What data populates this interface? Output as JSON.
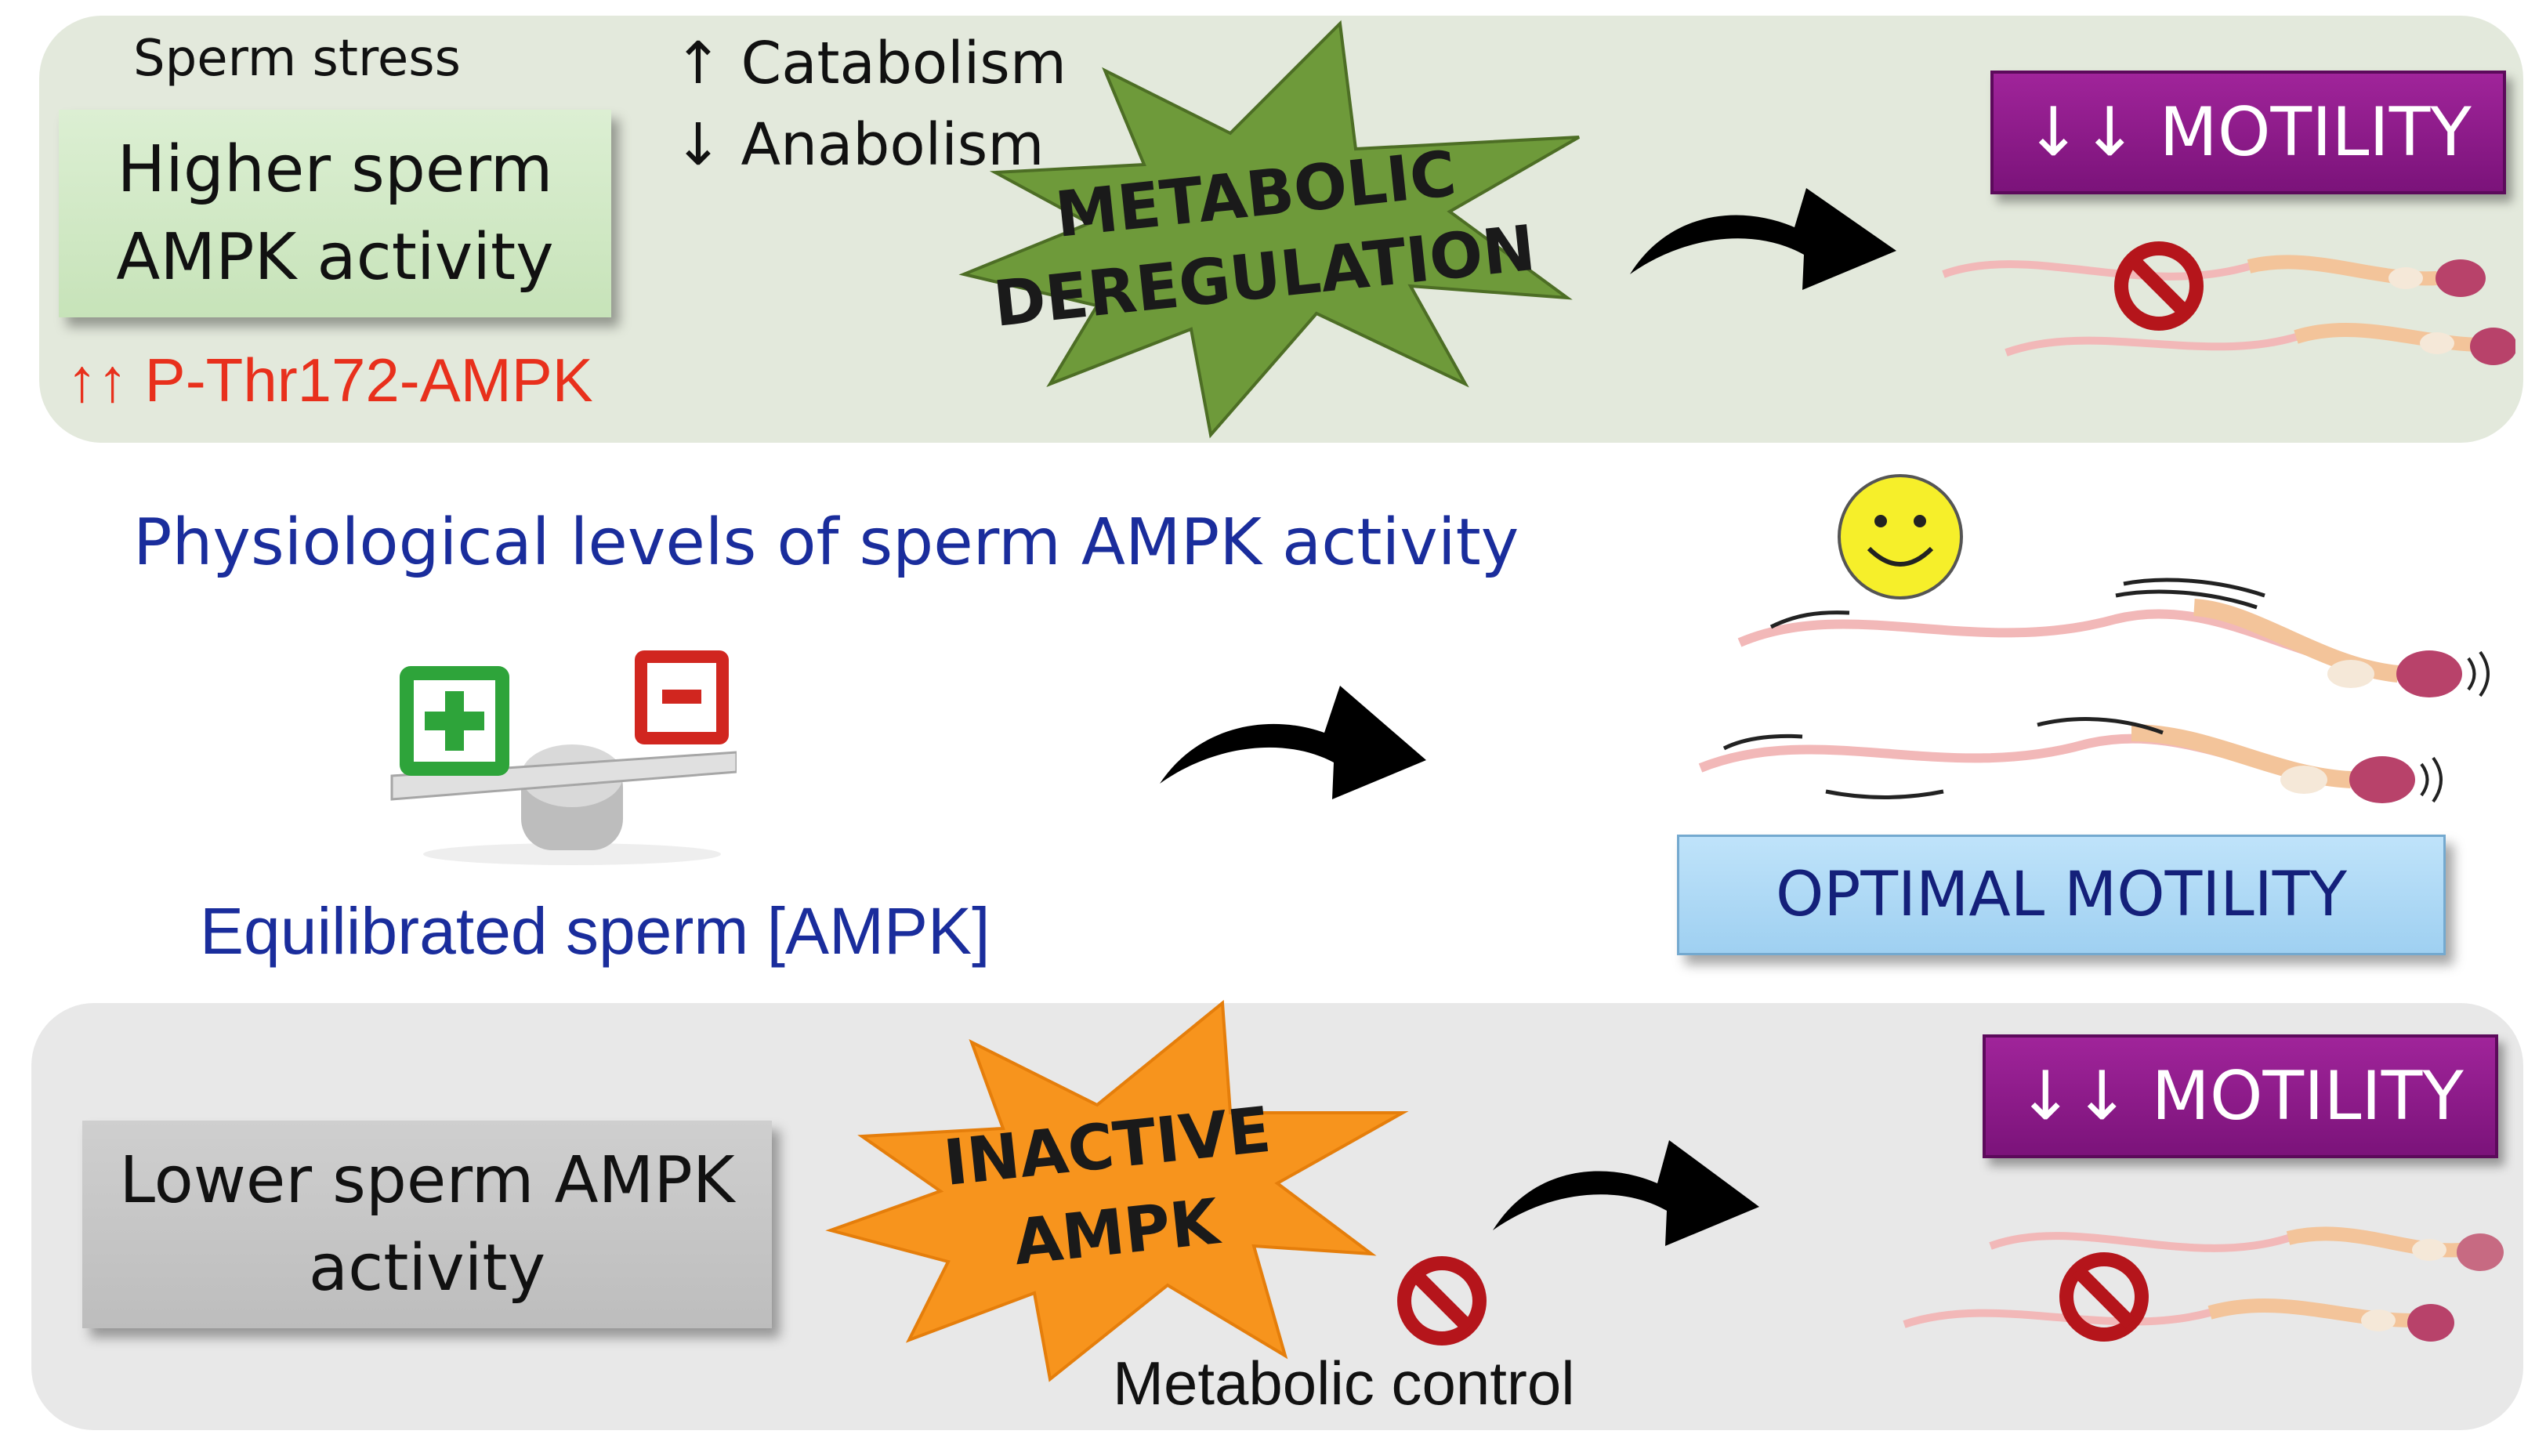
{
  "top": {
    "stress_label": "Sperm stress",
    "box_line1": "Higher sperm",
    "box_line2": "AMPK activity",
    "catabolism": "↑ Catabolism",
    "anabolism": "↓ Anabolism",
    "burst_line1": "METABOLIC",
    "burst_line2": "DEREGULATION",
    "phospho": "↑↑ P-Thr172-AMPK",
    "motility": "↓↓ MOTILITY"
  },
  "middle": {
    "physio_label": "Physiological levels of sperm AMPK activity",
    "equilibrated": "Equilibrated sperm [AMPK]",
    "optimal": "OPTIMAL MOTILITY"
  },
  "bottom": {
    "box_line1": "Lower sperm AMPK",
    "box_line2": "activity",
    "burst_line1": "INACTIVE",
    "burst_line2": "AMPK",
    "metabolic_control": "Metabolic control",
    "motility": "↓↓ MOTILITY"
  },
  "colors": {
    "top_panel": "#e3e9dc",
    "bottom_panel": "#e8e8e8",
    "phospho_red": "#e8301c",
    "title_blue": "#1a2d9c",
    "motility_purple": "#8b1b89",
    "optimal_blue": "#a8d6f5",
    "burst_green": "#6e9a3a",
    "burst_orange": "#f7941d"
  },
  "icons": [
    "no-symbol-icon",
    "smiley-icon",
    "plus-block-icon",
    "minus-block-icon",
    "curved-arrow-icon",
    "sperm-icon"
  ]
}
